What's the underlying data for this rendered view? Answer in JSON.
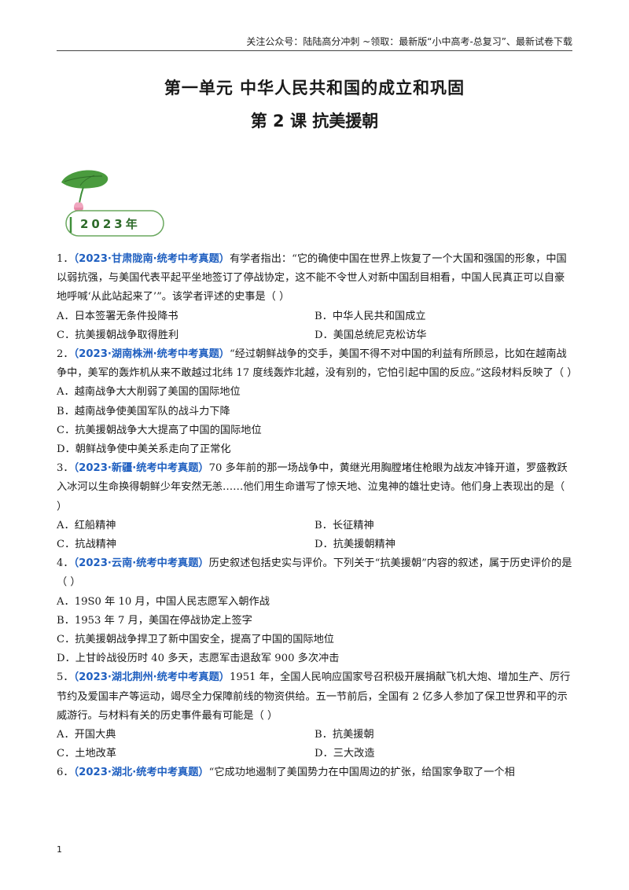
{
  "header": {
    "text": "关注公众号：陆陆高分冲刺  ~领取：最新版“小中高考-总复习”、最新试卷下载"
  },
  "unit_title": "第一单元    中华人民共和国的成立和巩固",
  "lesson_title": "第 2 课  抗美援朝",
  "year_badge": "2023年",
  "questions": [
    {
      "num": "1．",
      "source": "（2023·甘肃陇南·统考中考真题）",
      "stem": "有学者指出：“它的确使中国在世界上恢复了一个大国和强国的形象，中国以弱抗强，与美国代表平起平坐地签订了停战协定，这不能不令世人对新中国刮目相看，中国人民真正可以自豪地呼喊‘从此站起来了’”。该学者评述的史事是（        ）",
      "layout": "two",
      "options": [
        "A．日本签署无条件投降书",
        "B．中华人民共和国成立",
        "C．抗美援朝战争取得胜利",
        "D．美国总统尼克松访华"
      ]
    },
    {
      "num": "2．",
      "source": "（2023·湖南株洲·统考中考真题）",
      "stem": "“经过朝鲜战争的交手，美国不得不对中国的利益有所顾忌，比如在越南战争中，美军的轰炸机从来不敢越过北纬 17 度线轰炸北越，没有别的，它怕引起中国的反应。”这段材料反映了（        ）",
      "layout": "single",
      "options": [
        "A．越南战争大大削弱了美国的国际地位",
        "B．越南战争使美国军队的战斗力下降",
        "C．抗美援朝战争大大提高了中国的国际地位",
        "D．朝鲜战争使中美关系走向了正常化"
      ]
    },
    {
      "num": "3．",
      "source": "（2023·新疆·统考中考真题）",
      "stem": "70 多年前的那一场战争中，黄继光用胸膛堵住枪眼为战友冲锋开道，罗盛教跃入冰河以生命换得朝鲜少年安然无恙……他们用生命谱写了惊天地、泣鬼神的雄壮史诗。他们身上表现出的是（        ）",
      "layout": "two",
      "options": [
        "A．红船精神",
        "B．长征精神",
        "C．抗战精神",
        "D．抗美援朝精神"
      ]
    },
    {
      "num": "4．",
      "source": "（2023·云南·统考中考真题）",
      "stem": "历史叙述包括史实与评价。下列关于“抗美援朝”内容的叙述，属于历史评价的是（        ）",
      "layout": "single",
      "options": [
        "A．19S0 年 10 月，中国人民志愿军入朝作战",
        "B．1953 年 7 月，美国在停战协定上签字",
        "C．抗美援朝战争捍卫了新中国安全，提高了中国的国际地位",
        "D．上甘岭战役历时 40 多天，志愿军击退敌军 900 多次冲击"
      ]
    },
    {
      "num": "5．",
      "source": "（2023·湖北荆州·统考中考真题）",
      "stem": "1951 年，全国人民响应国家号召积极开展捐献飞机大炮、增加生产、厉行节约及爱国丰产等运动，竭尽全力保障前线的物资供给。五一节前后，全国有 2 亿多人参加了保卫世界和平的示威游行。与材料有关的历史事件最有可能是（        ）",
      "layout": "two",
      "options": [
        "A．开国大典",
        "B．抗美援朝",
        "C．土地改革",
        "D．三大改造"
      ]
    },
    {
      "num": "6．",
      "source": "（2023·湖北·统考中考真题）",
      "stem": "“它成功地遏制了美国势力在中国周边的扩张，给国家争取了一个相",
      "layout": "none",
      "options": []
    }
  ],
  "page_number": "1",
  "colors": {
    "source_blue": "#1f5fc0",
    "leaf_green": "#3f8f3a",
    "badge_green": "#2e6b2a",
    "lotus_pink": "#e78aa8"
  }
}
